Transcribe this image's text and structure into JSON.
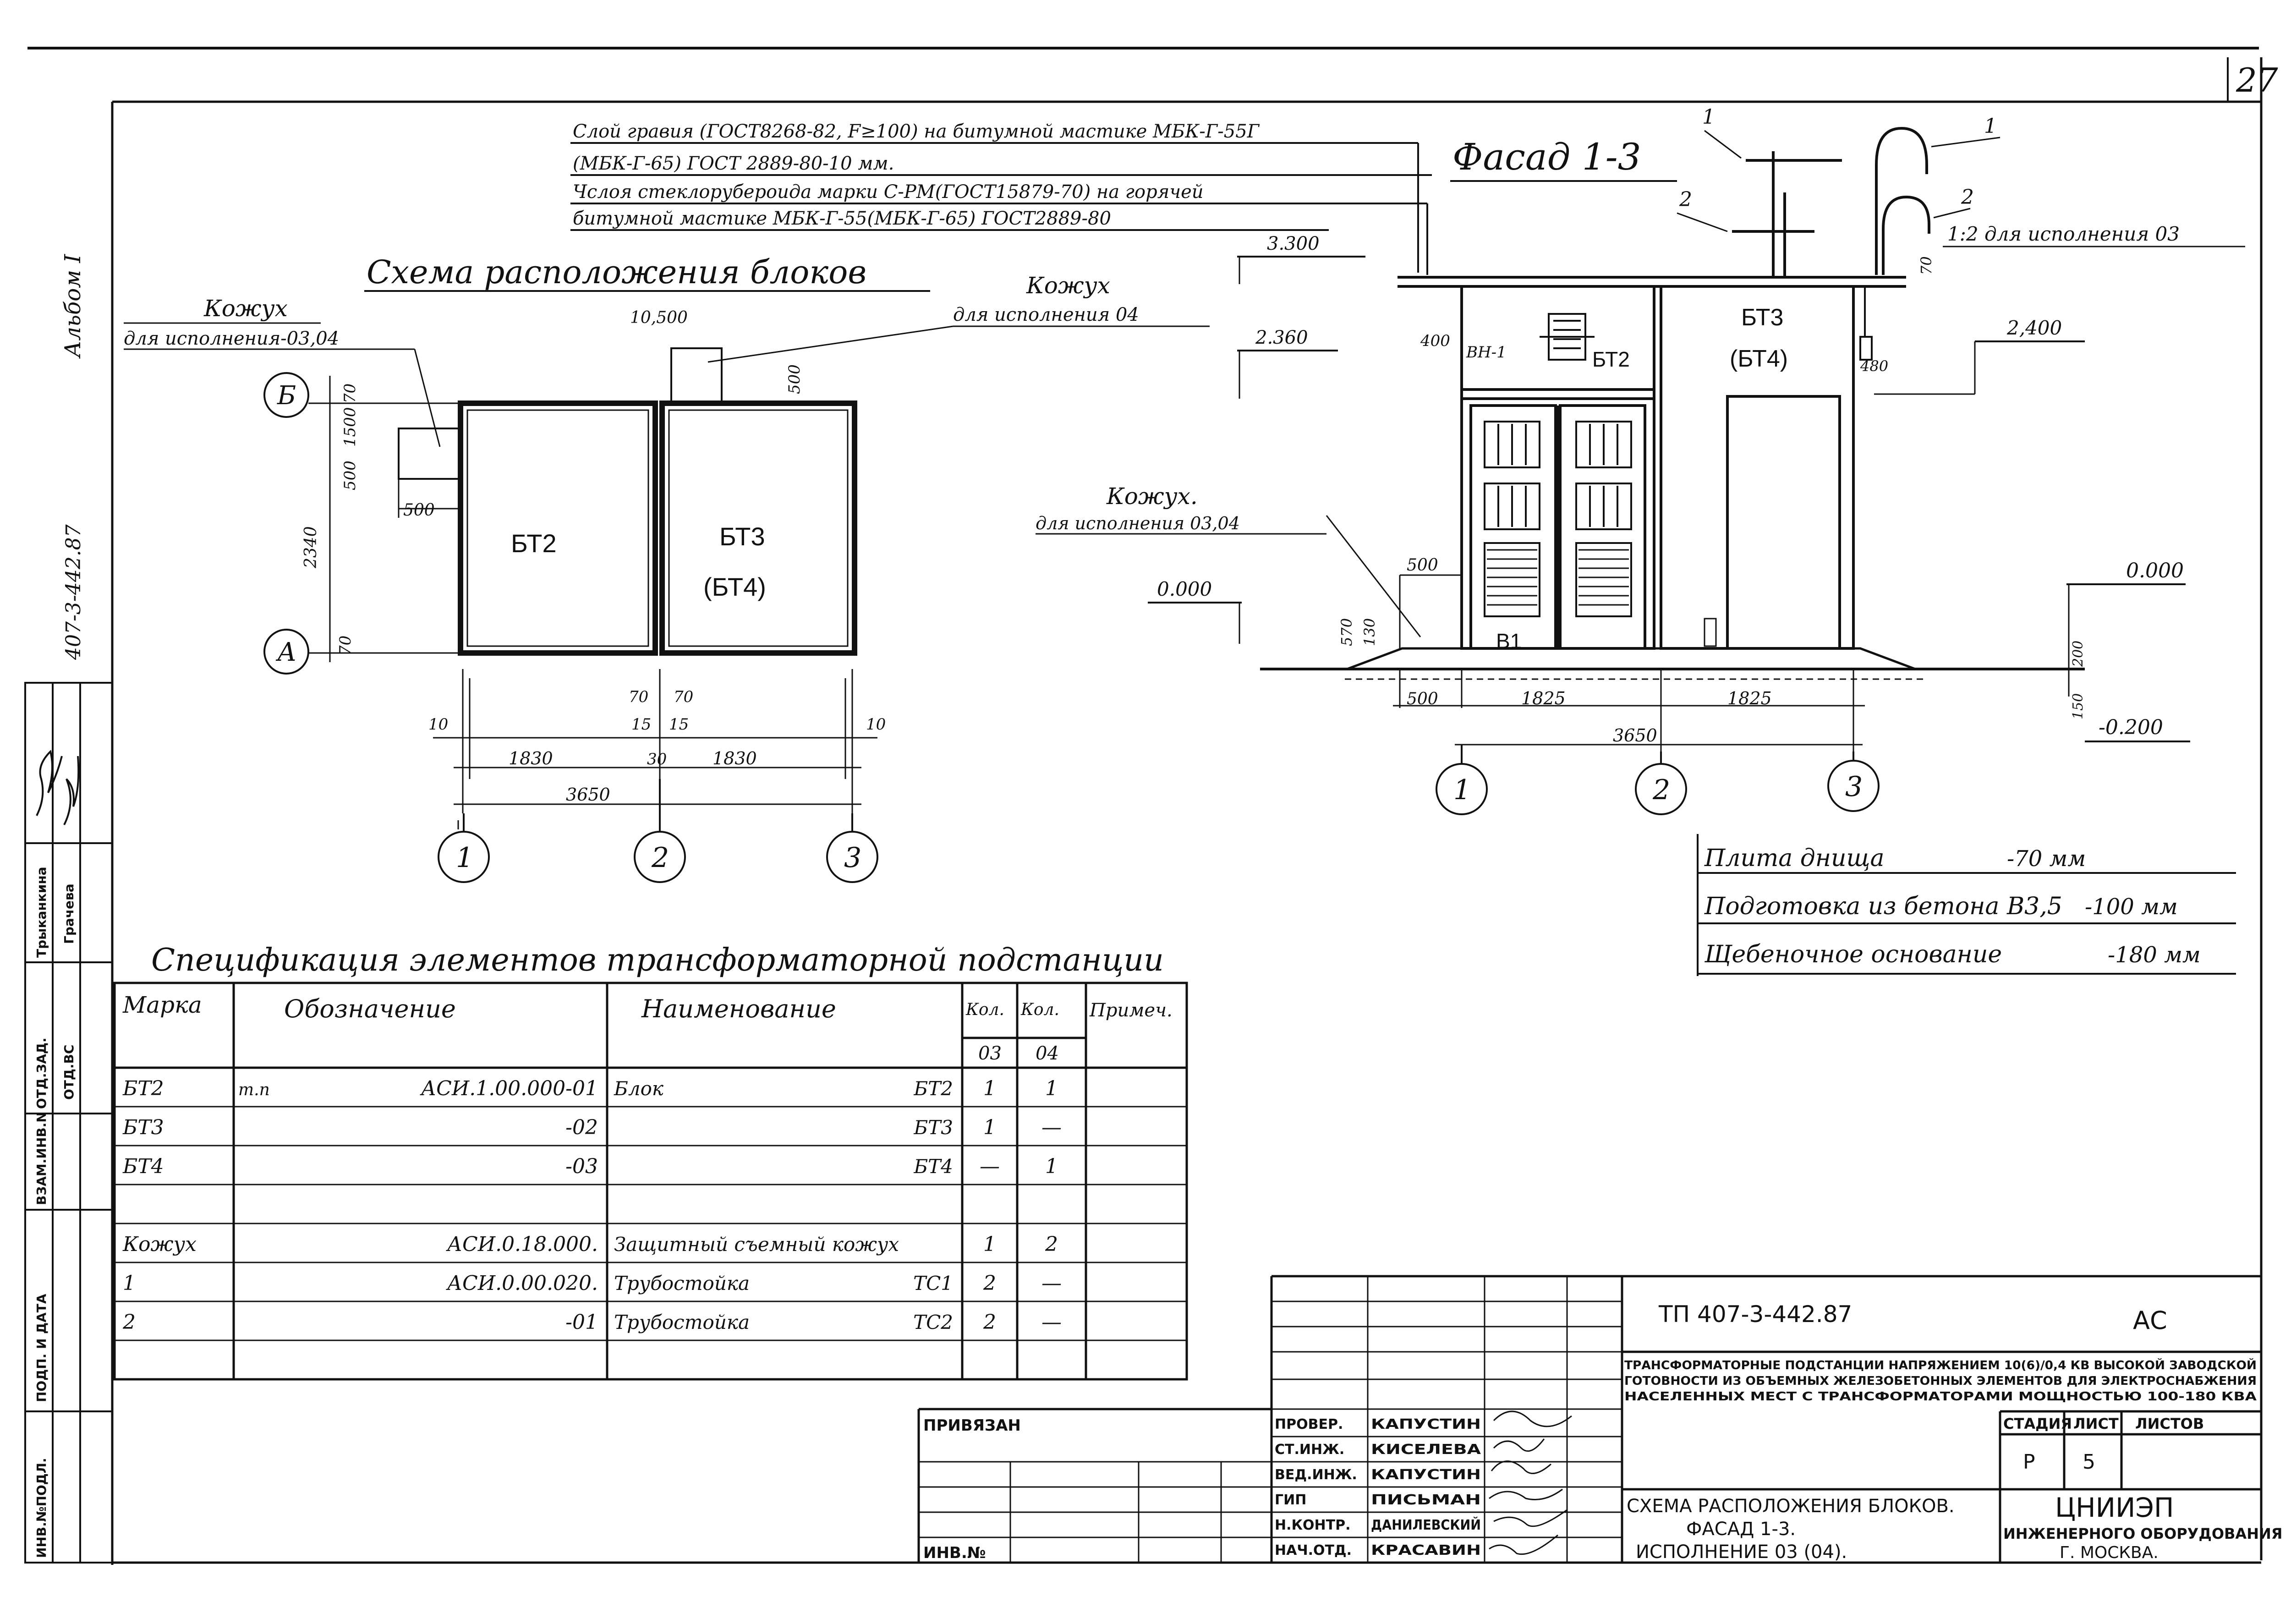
{
  "sheet": {
    "page_number": "27",
    "album_label": "Альбом I",
    "side_code": "407-3-442.87",
    "side_stamps": [
      "Трыканкина",
      "Грачева",
      "ОТД.ЗАД.",
      "ОТД.ВС",
      "ВЗАМ.ИНВ.N",
      "ПОДП. И ДАТА",
      "ИНВ.№ПОДЛ."
    ]
  },
  "roof_notes": [
    "Слой гравия (ГОСТ8268-82, F≥100) на битумной мастике МБК-Г-55Г",
    "(МБК-Г-65) ГОСТ 2889-80-10 мм.",
    "Чслоя стеклорубероида марки С-РМ(ГОСТ15879-70) на горячей",
    "битумной мастике МБК-Г-55(МБК-Г-65) ГОСТ2889-80"
  ],
  "plan": {
    "title": "Схема расположения блоков",
    "casing_left": "Кожух",
    "casing_left_sub": "для исполнения-03,04",
    "casing_right": "Кожух",
    "casing_right_sub": "для исполнения 04",
    "block_left": "БТ2",
    "block_right": "БТ3",
    "block_right_alt": "(БТ4)",
    "axis_b": "Б",
    "axis_a": "А",
    "axes": [
      "1",
      "2",
      "3"
    ],
    "dims": {
      "d500a": "500",
      "d1500": "1500",
      "d70a": "70",
      "d500b": "500",
      "d2340": "2340",
      "d70b": "70",
      "d10_500": "10,500",
      "d500c": "500",
      "d70c": "70",
      "d70d": "70",
      "d10a": "10",
      "d15a": "15",
      "d15b": "15",
      "d10b": "10",
      "d1830a": "1830",
      "d30": "30",
      "d1830b": "1830",
      "d3650": "3650"
    }
  },
  "facade": {
    "title": "Фасад 1-3",
    "leader_1": "1",
    "leader_2": "2",
    "leader_1b": "1",
    "leader_2b": "2",
    "ratio_note": "1:2 для исполнения 03",
    "d70": "70",
    "elev_3300": "3.300",
    "elev_2360": "2.360",
    "elev_2400": "2,400",
    "elev_0000_left": "0.000",
    "elev_0000_right": "0.000",
    "elev_m0200": "-0.200",
    "d400": "400",
    "d480": "480",
    "vn_label": "ВН-1",
    "bt2": "БТ2",
    "bt3": "БТ3",
    "bt4": "(БТ4)",
    "v1": "В1",
    "casing": "Кожух.",
    "casing_sub": "для исполнения 03,04",
    "d500": "500",
    "d570": "570",
    "d130": "130",
    "d200": "200",
    "d150": "150",
    "d500b": "500",
    "d1825a": "1825",
    "d1825b": "1825",
    "d3650": "3650",
    "axes": [
      "1",
      "2",
      "3"
    ]
  },
  "layers": [
    {
      "label": "Плита днища",
      "value": "-70 мм"
    },
    {
      "label": "Подготовка из бетона В3,5",
      "value": "-100 мм"
    },
    {
      "label": "Щебеночное основание",
      "value": "-180 мм"
    }
  ],
  "spec": {
    "title": "Спецификация элементов трансформаторной подстанции",
    "headers": {
      "mark": "Марка",
      "designation": "Обозначение",
      "name": "Наименование",
      "qty": "Кол.",
      "qty2": "Кол.",
      "q03": "03",
      "q04": "04",
      "note": "Примеч."
    },
    "rows": [
      {
        "mark": "БТ2",
        "prefix": "т.п",
        "designation": "АСИ.1.00.000-01",
        "name": "Блок",
        "name2": "БТ2",
        "q03": "1",
        "q04": "1"
      },
      {
        "mark": "БТ3",
        "prefix": "",
        "designation": "-02",
        "name": "",
        "name2": "БТ3",
        "q03": "1",
        "q04": "—"
      },
      {
        "mark": "БТ4",
        "prefix": "",
        "designation": "-03",
        "name": "",
        "name2": "БТ4",
        "q03": "—",
        "q04": "1"
      },
      {
        "mark": "",
        "prefix": "",
        "designation": "",
        "name": "",
        "name2": "",
        "q03": "",
        "q04": ""
      },
      {
        "mark": "Кожух",
        "prefix": "",
        "designation": "АСИ.0.18.000.",
        "name": "Защитный съемный кожух",
        "name2": "",
        "q03": "1",
        "q04": "2"
      },
      {
        "mark": "1",
        "prefix": "",
        "designation": "АСИ.0.00.020.",
        "name": "Трубостойка",
        "name2": "ТС1",
        "q03": "2",
        "q04": "—"
      },
      {
        "mark": "2",
        "prefix": "",
        "designation": "-01",
        "name": "Трубостойка",
        "name2": "ТС2",
        "q03": "2",
        "q04": "—"
      }
    ]
  },
  "title_block": {
    "privyazan": "ПРИВЯЗАН",
    "inv_no": "ИНВ.№",
    "roles": [
      "ПРОВЕР.",
      "СТ.ИНЖ.",
      "ВЕД.ИНЖ.",
      "ГИП",
      "Н.КОНТР.",
      "НАЧ.ОТД."
    ],
    "names": [
      "КАПУСТИН",
      "КИСЕЛЕВА",
      "КАПУСТИН",
      "ПИСЬМАН",
      "ДАНИЛЕВСКИЙ",
      "КРАСАВИН"
    ],
    "code": "ТП 407-3-442.87",
    "mark": "АС",
    "description": [
      "ТРАНСФОРМАТОРНЫЕ ПОДСТАНЦИИ НАПРЯЖЕНИЕМ 10(6)/0,4 КВ ВЫСОКОЙ ЗАВОДСКОЙ",
      "ГОТОВНОСТИ ИЗ ОБЪЕМНЫХ ЖЕЛЕЗОБЕТОННЫХ ЭЛЕМЕНТОВ ДЛЯ ЭЛЕКТРОСНАБЖЕНИЯ",
      "НАСЕЛЕННЫХ МЕСТ С ТРАНСФОРМАТОРАМИ МОЩНОСТЬЮ 100-180 КВА"
    ],
    "stage_header": "СТАДИЯ",
    "sheet_header": "ЛИСТ",
    "sheets_header": "ЛИСТОВ",
    "stage": "Р",
    "sheet": "5",
    "sheets": "",
    "drawing_title": [
      "СХЕМА РАСПОЛОЖЕНИЯ БЛОКОВ.",
      "ФАСАД 1-3.",
      "ИСПОЛНЕНИЕ 03 (04)."
    ],
    "org": "ЦНИИЭП",
    "org_sub": "ИНЖЕНЕРНОГО ОБОРУДОВАНИЯ",
    "city": "Г. МОСКВА."
  }
}
